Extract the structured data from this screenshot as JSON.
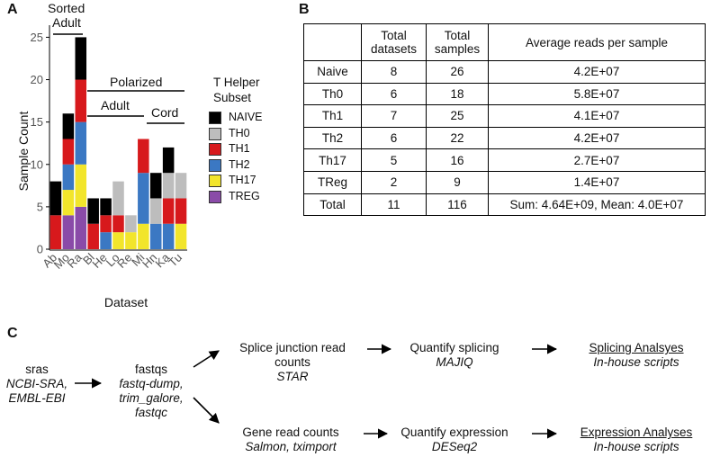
{
  "panels": {
    "a": "A",
    "b": "B",
    "c": "C"
  },
  "panel_a": {
    "group_labels": {
      "sorted": "Sorted",
      "adult_top": "Adult",
      "polarized": "Polarized",
      "adult": "Adult",
      "cord": "Cord"
    },
    "legend": {
      "title_line1": "T Helper",
      "title_line2": "Subset",
      "items": [
        {
          "label": "NAIVE",
          "color": "#000000"
        },
        {
          "label": "TH0",
          "color": "#bdbdbd"
        },
        {
          "label": "TH1",
          "color": "#d7191c"
        },
        {
          "label": "TH2",
          "color": "#3b78c3"
        },
        {
          "label": "TH17",
          "color": "#f2e52b"
        },
        {
          "label": "TREG",
          "color": "#8a4ba8"
        }
      ]
    }
  },
  "chart_data": {
    "type": "bar",
    "stacked": true,
    "xlabel": "Dataset",
    "ylabel": "Sample Count",
    "ylim": [
      0,
      26
    ],
    "yticks": [
      0,
      5,
      10,
      15,
      20,
      25
    ],
    "grid": false,
    "legend_position": "right",
    "categories": [
      "Ab",
      "Mo",
      "Ra",
      "Bl",
      "He",
      "Lo",
      "Re",
      "Mi",
      "Hn",
      "Ka",
      "Tu"
    ],
    "series": [
      {
        "name": "TREG",
        "color": "#8a4ba8",
        "values": [
          0,
          4,
          5,
          0,
          0,
          0,
          0,
          0,
          0,
          0,
          0
        ]
      },
      {
        "name": "TH17",
        "color": "#f2e52b",
        "values": [
          0,
          3,
          5,
          0,
          0,
          2,
          2,
          3,
          0,
          0,
          3
        ]
      },
      {
        "name": "TH2",
        "color": "#3b78c3",
        "values": [
          0,
          3,
          5,
          0,
          2,
          0,
          0,
          6,
          3,
          3,
          0
        ]
      },
      {
        "name": "TH1",
        "color": "#d7191c",
        "values": [
          4,
          3,
          5,
          3,
          2,
          2,
          0,
          4,
          0,
          3,
          3
        ]
      },
      {
        "name": "TH0",
        "color": "#bdbdbd",
        "values": [
          0,
          0,
          0,
          0,
          0,
          4,
          2,
          0,
          3,
          3,
          3
        ]
      },
      {
        "name": "NAIVE",
        "color": "#000000",
        "values": [
          4,
          3,
          5,
          3,
          2,
          0,
          0,
          0,
          3,
          3,
          0
        ]
      }
    ]
  },
  "panel_b": {
    "headers": [
      [
        "",
        ""
      ],
      [
        "Total",
        "datasets"
      ],
      [
        "Total",
        "samples"
      ],
      [
        "Average reads per sample",
        ""
      ]
    ],
    "rows": [
      [
        "Naive",
        "8",
        "26",
        "4.2E+07"
      ],
      [
        "Th0",
        "6",
        "18",
        "5.8E+07"
      ],
      [
        "Th1",
        "7",
        "25",
        "4.1E+07"
      ],
      [
        "Th2",
        "6",
        "22",
        "4.2E+07"
      ],
      [
        "Th17",
        "5",
        "16",
        "2.7E+07"
      ],
      [
        "TReg",
        "2",
        "9",
        "1.4E+07"
      ],
      [
        "Total",
        "11",
        "116",
        "Sum: 4.64E+09, Mean: 4.0E+07"
      ]
    ]
  },
  "panel_c": {
    "sras": {
      "title": "sras",
      "tools": [
        "NCBI-SRA,",
        "EMBL-EBI"
      ]
    },
    "fastqs": {
      "title": "fastqs",
      "tools": [
        "fastq-dump,",
        "trim_galore,",
        "fastqc"
      ]
    },
    "splice_counts": {
      "title1": "Splice junction read",
      "title2": "counts",
      "tool": "STAR"
    },
    "gene_counts": {
      "title": "Gene read counts",
      "tool": "Salmon, tximport"
    },
    "quant_splicing": {
      "title": "Quantify splicing",
      "tool": "MAJIQ"
    },
    "quant_expression": {
      "title": "Quantify expression",
      "tool": "DESeq2"
    },
    "splicing_analyses": {
      "title": "Splicing Analsyes",
      "tool": "In-house scripts"
    },
    "expression_analyses": {
      "title": "Expression Analyses",
      "tool": "In-house scripts"
    }
  }
}
